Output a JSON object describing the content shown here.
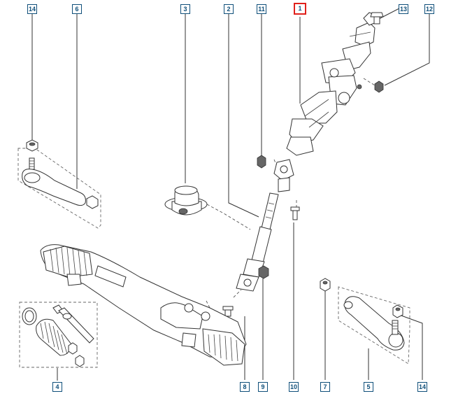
{
  "callouts": {
    "c1": "1",
    "c2": "2",
    "c3": "3",
    "c4": "4",
    "c5": "5",
    "c6": "6",
    "c7": "7",
    "c8": "8",
    "c9": "9",
    "c10": "10",
    "c11": "11",
    "c12": "12",
    "c13": "13",
    "c14a": "14",
    "c14b": "14"
  },
  "colors": {
    "callout_border": "#0f4f7a",
    "highlight_border": "#e0201b",
    "line_art": "#333333"
  },
  "selected_part": "1"
}
